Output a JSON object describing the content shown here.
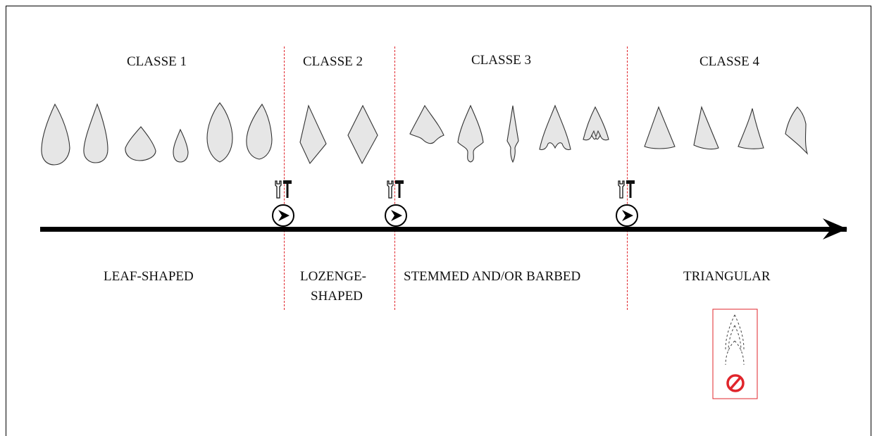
{
  "classes": [
    {
      "title": "CLASSE 1",
      "label": "LEAF-SHAPED"
    },
    {
      "title": "CLASSE 2",
      "label_line1": "LOZENGE-",
      "label_line2": "SHAPED"
    },
    {
      "title": "CLASSE 3",
      "label": "STEMMED AND/OR BARBED"
    },
    {
      "title": "CLASSE 4",
      "label": "TRIANGULAR"
    }
  ],
  "icons": {
    "tools": "wrench-hammer-icon",
    "advance": "arrow-circle-icon",
    "prohibited": "no-sign-icon",
    "timeline_arrow": "arrowhead-icon"
  },
  "colors": {
    "divider": "#e0252b",
    "point_fill": "#e6e6e6",
    "outline": "#333333",
    "prohibited": "#e0252b"
  }
}
